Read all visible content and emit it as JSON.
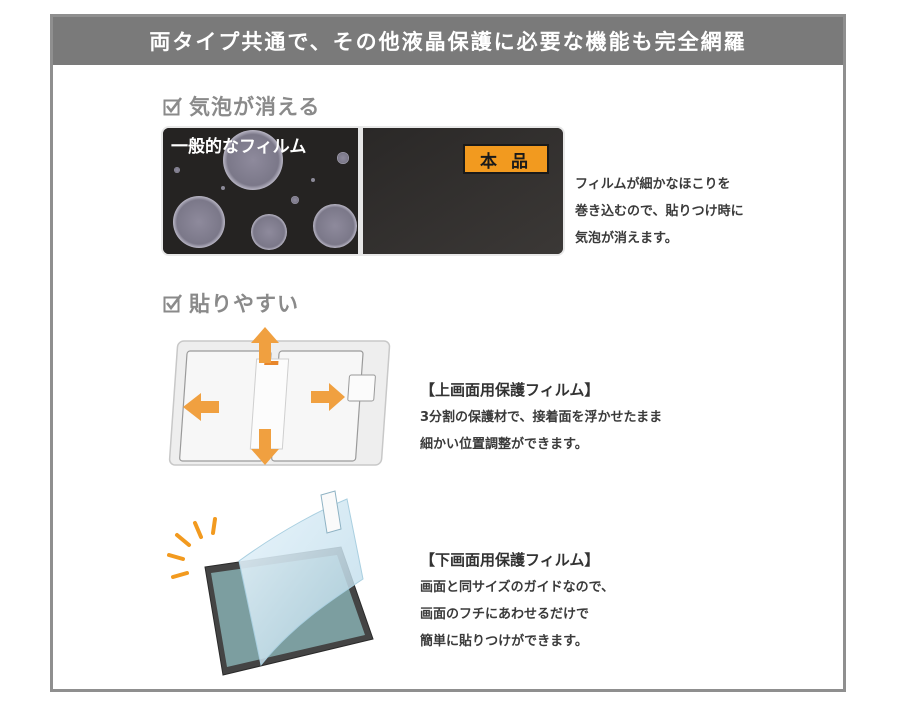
{
  "banner": {
    "title": "両タイプ共通で、その他液晶保護に必要な機能も完全網羅"
  },
  "sections": {
    "bubbles": {
      "heading": "気泡が消える",
      "label_general": "一般的なフィルム",
      "label_product": "本 品",
      "lines": [
        "フィルムが細かなほこりを",
        "巻き込むので、貼りつけ時に",
        "気泡が消えます。"
      ]
    },
    "easy": {
      "heading": "貼りやすい",
      "upper": {
        "title": "【上画面用保護フィルム】",
        "lines": [
          "3分割の保護材で、接着面を浮かせたまま",
          "細かい位置調整ができます。"
        ]
      },
      "lower": {
        "title": "【下画面用保護フィルム】",
        "lines": [
          "画面と同サイズのガイドなので、",
          "画面のフチにあわせるだけで",
          "簡単に貼りつけができます。"
        ]
      }
    }
  },
  "colors": {
    "banner": "#7a7a7a",
    "accent": "#f29a1f",
    "heading": "#8a8a8a"
  },
  "icons": {
    "check": "checkbox-check-icon"
  }
}
